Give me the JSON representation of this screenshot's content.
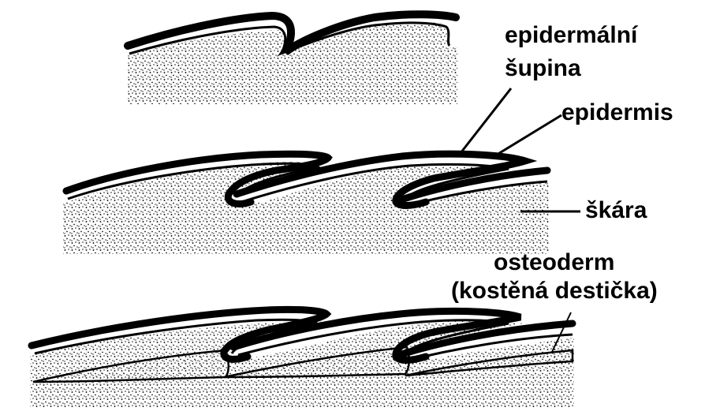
{
  "labels": {
    "epidermal_scale_line1": "epidermální",
    "epidermal_scale_line2": "šupina",
    "epidermis": "epidermis",
    "dermis": "škára",
    "osteoderm_line1": "osteoderm",
    "osteoderm_line2": "(kostěná destička)"
  },
  "colors": {
    "ink": "#000000",
    "paper": "#ffffff",
    "stipple": "#1a1a1a"
  }
}
